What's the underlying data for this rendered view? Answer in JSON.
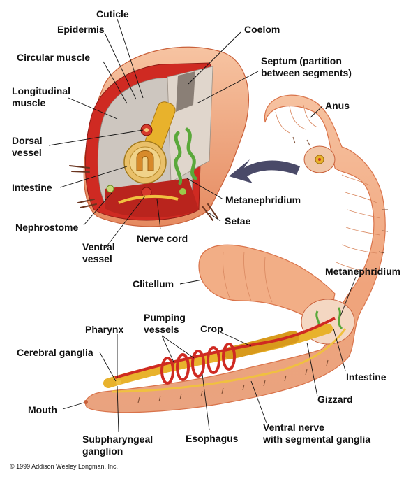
{
  "labels": {
    "cuticle": "Cuticle",
    "epidermis": "Epidermis",
    "coelom": "Coelom",
    "circular_muscle": "Circular muscle",
    "septum_1": "Septum (partition",
    "septum_2": "between segments)",
    "longitudinal_1": "Longitudinal",
    "longitudinal_2": "muscle",
    "anus": "Anus",
    "dorsal_1": "Dorsal",
    "dorsal_2": "vessel",
    "intestine_top": "Intestine",
    "metanephridium_top": "Metanephridium",
    "nephrostome": "Nephrostome",
    "setae": "Setae",
    "nerve_cord": "Nerve cord",
    "ventral_1": "Ventral",
    "ventral_2": "vessel",
    "metanephridium_right": "Metanephridium",
    "clitellum": "Clitellum",
    "pumping_1": "Pumping",
    "pumping_2": "vessels",
    "pharynx": "Pharynx",
    "crop": "Crop",
    "cerebral_ganglia": "Cerebral ganglia",
    "intestine_right": "Intestine",
    "gizzard": "Gizzard",
    "mouth": "Mouth",
    "ventral_nerve_1": "Ventral nerve",
    "ventral_nerve_2": "with segmental ganglia",
    "subpharyngeal_1": "Subpharyngeal",
    "subpharyngeal_2": "ganglion",
    "esophagus": "Esophagus"
  },
  "copyright": "© 1999 Addison Wesley Longman, Inc.",
  "colors": {
    "skin": "#f2b08a",
    "skin_dark": "#d9734a",
    "muscle_red": "#cf2a22",
    "coelom_gray": "#c9c2bb",
    "gut_yellow": "#e8b22c",
    "nephridium_green": "#5aa83a",
    "arrow": "#4a4a68"
  }
}
